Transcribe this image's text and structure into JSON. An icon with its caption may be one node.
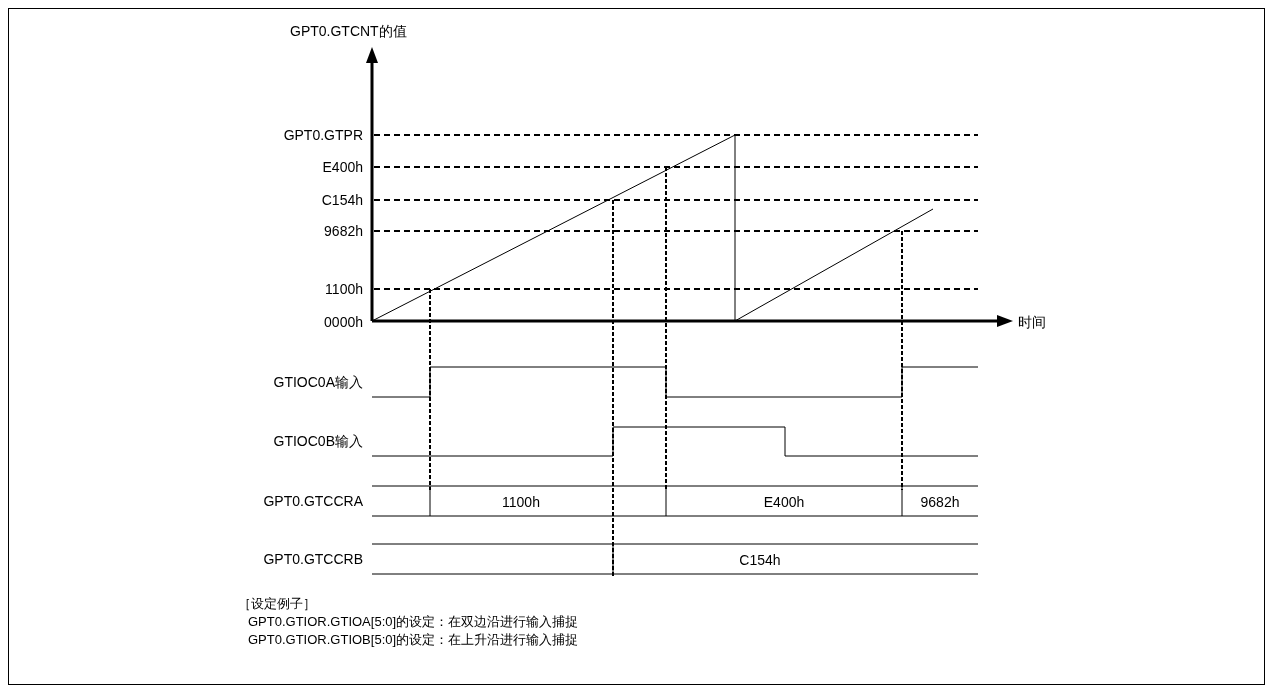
{
  "diagram": {
    "labels": [
      "GPT0.GTCNT的值",
      "GPT0.GTPR",
      "E400h",
      "C154h",
      "9682h",
      "1100h",
      "0000h",
      "时间",
      "GTIOC0A输入",
      "GTIOC0B输入",
      "GPT0.GTCCRA",
      "1100h",
      "E400h",
      "9682h",
      "GPT0.GTCCRB",
      "C154h",
      "［设定例子］",
      "GPT0.GTIOR.GTIOA[5:0]的设定：在双边沿进行输入捕捉",
      "GPT0.GTIOR.GTIOB[5:0]的设定：在上升沿进行输入捕捉"
    ]
  }
}
